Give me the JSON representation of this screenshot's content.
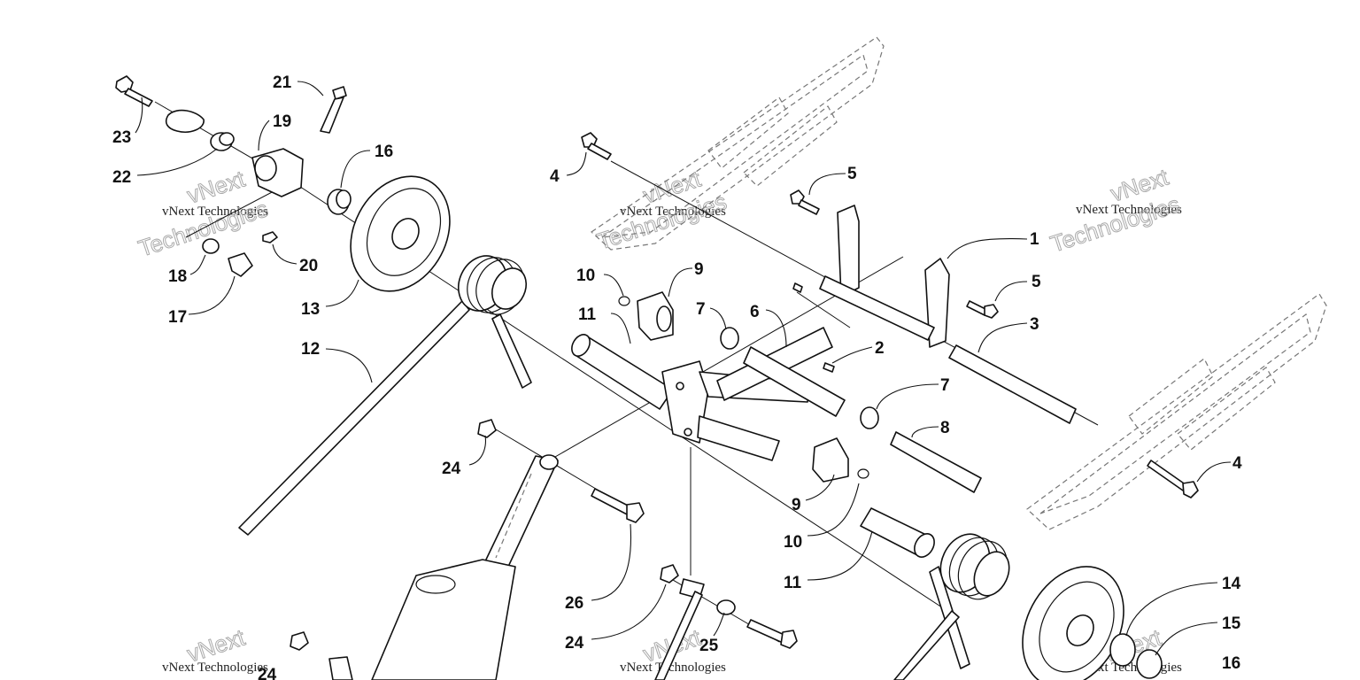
{
  "callouts": {
    "c1": "1",
    "c2": "2",
    "c3": "3",
    "c4a": "4",
    "c4b": "4",
    "c5a": "5",
    "c5b": "5",
    "c6": "6",
    "c7a": "7",
    "c7b": "7",
    "c8": "8",
    "c9a": "9",
    "c9b": "9",
    "c10a": "10",
    "c10b": "10",
    "c11a": "11",
    "c11b": "11",
    "c12": "12",
    "c13": "13",
    "c14": "14",
    "c15": "15",
    "c16a": "16",
    "c16b": "16",
    "c17": "17",
    "c18": "18",
    "c19": "19",
    "c20": "20",
    "c21": "21",
    "c22": "22",
    "c23": "23",
    "c24a": "24",
    "c24b": "24",
    "c24c": "24",
    "c25": "25",
    "c26": "26"
  },
  "watermark": {
    "company": "vNext Technologies",
    "brand": "vNext",
    "line2": "Technologies"
  }
}
